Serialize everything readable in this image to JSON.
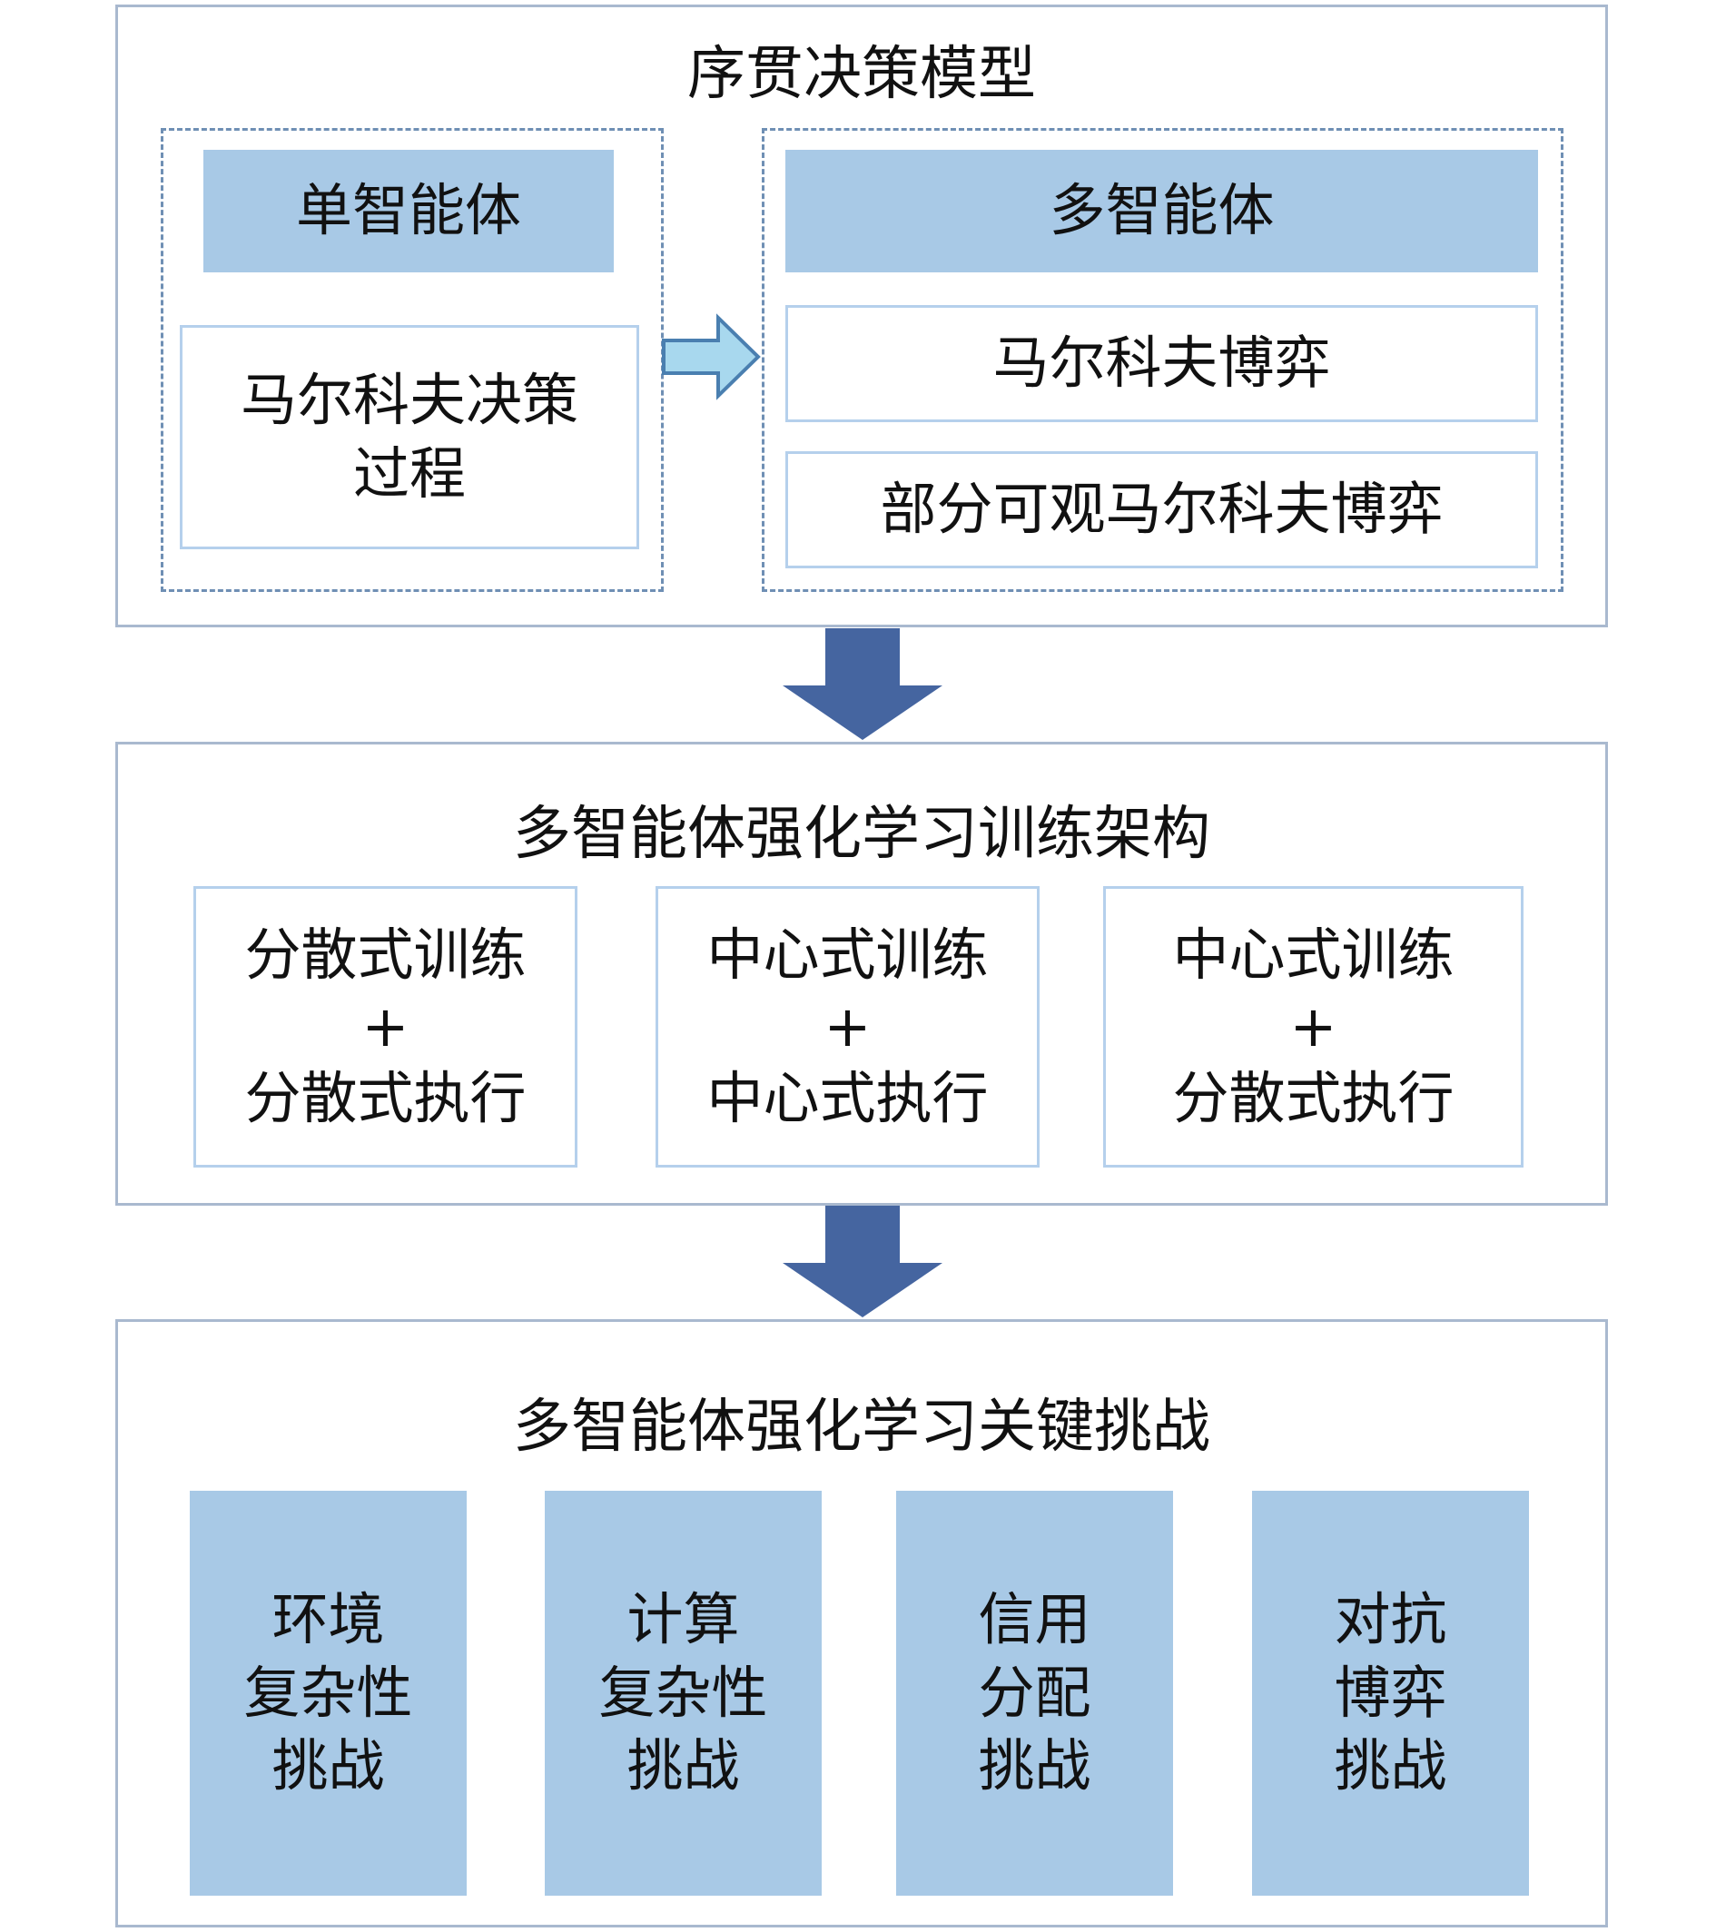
{
  "section1": {
    "title": "序贯决策模型",
    "single_agent": {
      "header": "单智能体",
      "item_lines": [
        "马尔科夫决策",
        "过程"
      ]
    },
    "multi_agent": {
      "header": "多智能体",
      "items": [
        "马尔科夫博弈",
        "部分可观马尔科夫博弈"
      ]
    }
  },
  "section2": {
    "title": "多智能体强化学习训练架构",
    "plus": "+",
    "architectures": [
      {
        "top": "分散式训练",
        "bottom": "分散式执行"
      },
      {
        "top": "中心式训练",
        "bottom": "中心式执行"
      },
      {
        "top": "中心式训练",
        "bottom": "分散式执行"
      }
    ]
  },
  "section3": {
    "title": "多智能体强化学习关键挑战",
    "challenges": [
      [
        "环境",
        "复杂性",
        "挑战"
      ],
      [
        "计算",
        "复杂性",
        "挑战"
      ],
      [
        "信用",
        "分配",
        "挑战"
      ],
      [
        "对抗",
        "博弈",
        "挑战"
      ]
    ]
  },
  "colors": {
    "fill": "#a8c9e6",
    "arrow": "#4565a0",
    "panel_border": "#a9b9cf",
    "box_border": "#b5d0ec"
  }
}
